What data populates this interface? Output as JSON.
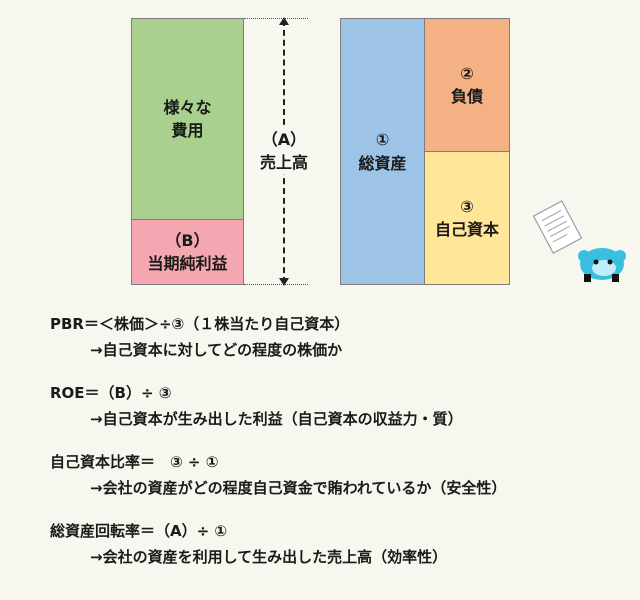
{
  "diagram": {
    "left_top": {
      "line1": "様々な",
      "line2": "費用",
      "color": "#a9d08e"
    },
    "left_bottom": {
      "line1": "（B）",
      "line2": "当期純利益",
      "color": "#f4a7b0"
    },
    "sales_label": {
      "line1": "（A）",
      "line2": "売上高"
    },
    "right_left": {
      "line1": "①",
      "line2": "総資産",
      "color": "#9dc3e6"
    },
    "right_top": {
      "line1": "②",
      "line2": "負債",
      "color": "#f4b183"
    },
    "right_bottom": {
      "line1": "③",
      "line2": "自己資本",
      "color": "#ffe699"
    }
  },
  "formulas": [
    {
      "main": "PBR＝＜株価＞÷③（１株当たり自己資本）",
      "sub": "→自己資本に対してどの程度の株価か"
    },
    {
      "main": "ROE＝（B）÷ ③",
      "sub": "→自己資本が生み出した利益（自己資本の収益力・質）"
    },
    {
      "main": "自己資本比率＝　③ ÷ ①",
      "sub": "→会社の資産がどの程度自己資金で賄われているか（安全性）"
    },
    {
      "main": "総資産回転率＝（A）÷ ①",
      "sub": "→会社の資産を利用して生み出した売上高（効率性）"
    }
  ]
}
